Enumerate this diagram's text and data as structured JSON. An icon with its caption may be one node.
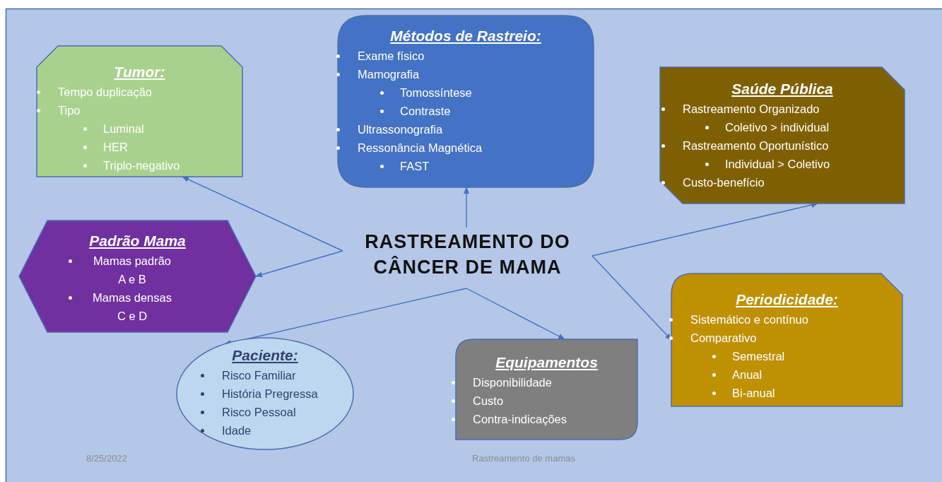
{
  "diagram": {
    "nodes": [
      {
        "text": [
          "RASTREAMENTO DO CÂNCER DE MAMA"
        ]
      },
      {
        "text": [
          "Tumor:",
          "Tempo duplicação",
          "Tipo",
          "Luminal",
          "HER",
          "Triplo-negativo"
        ]
      },
      {
        "text": [
          "Métodos de Rastreio:",
          "Exame físico",
          "Mamografia",
          "Tomossíntese",
          "Contraste",
          "Ultrassonografia",
          "Ressonância Magnética",
          "FAST"
        ]
      },
      {
        "text": [
          "Saúde Pública",
          "Rastreamento Organizado",
          "Coletivo > individual",
          "Rastreamento Oportunístico",
          "Individual > Coletivo",
          "Custo-benefício"
        ]
      },
      {
        "text": [
          "Padrão Mama",
          "Mamas padrão A e B",
          "Mamas densas C e D"
        ]
      },
      {
        "text": [
          "Periodicidade:",
          "Sistemático e contínuo",
          "Comparativo",
          "Semestral",
          "Anual",
          "Bi-anual"
        ]
      },
      {
        "text": [
          "Paciente:",
          "Risco Familiar",
          "História Pregressa",
          "Risco Pessoal",
          "Idade"
        ]
      },
      {
        "text": [
          "Equipamentos",
          "Disponibilidade",
          "Custo",
          "Contra-indicações"
        ]
      }
    ],
    "edges": [
      {
        "from": 0,
        "to": 1,
        "arrow": "to"
      },
      {
        "from": 0,
        "to": 2,
        "arrow": "to"
      },
      {
        "from": 0,
        "to": 3,
        "arrow": "to"
      },
      {
        "from": 0,
        "to": 4,
        "arrow": "to"
      },
      {
        "from": 0,
        "to": 5,
        "arrow": "to"
      },
      {
        "from": 0,
        "to": 6,
        "arrow": "to"
      },
      {
        "from": 0,
        "to": 7,
        "arrow": "to"
      }
    ],
    "labels": [
      "8/25/2022",
      "Rastreamento de mamas"
    ]
  }
}
